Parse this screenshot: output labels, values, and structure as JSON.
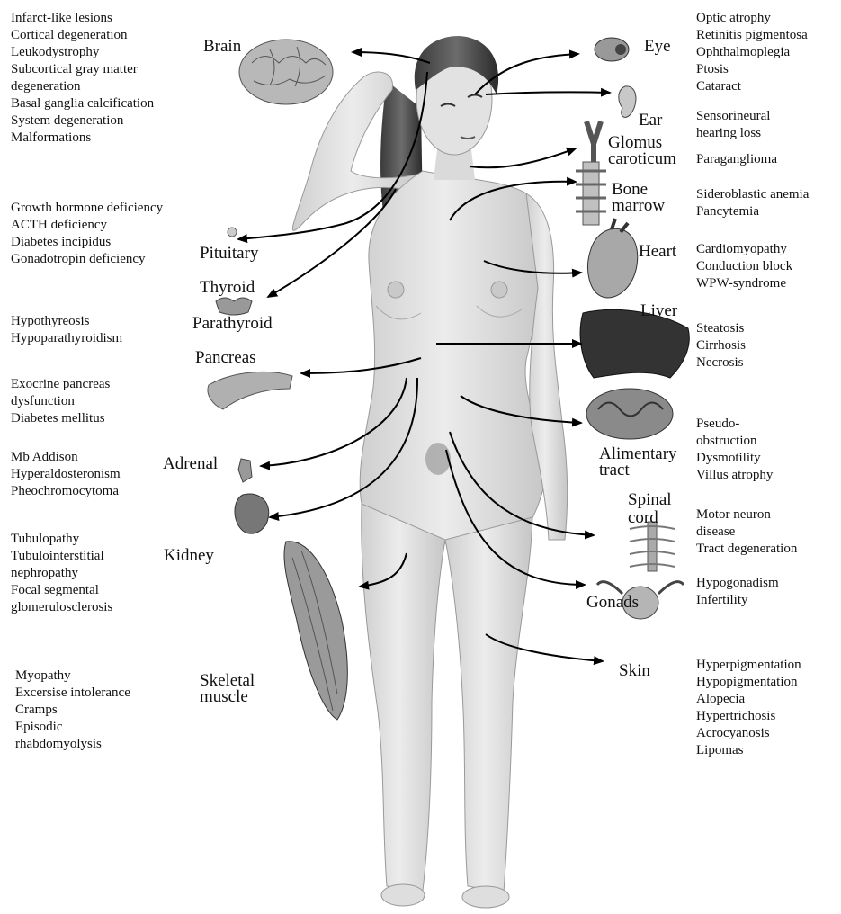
{
  "organs": {
    "brain": "Brain",
    "eye": "Eye",
    "ear": "Ear",
    "glomus": [
      "Glomus",
      "caroticum"
    ],
    "bone_marrow": [
      "Bone",
      "marrow"
    ],
    "heart": "Heart",
    "liver": "Liver",
    "alimentary": [
      "Alimentary",
      "tract"
    ],
    "spinal_cord": [
      "Spinal",
      "cord"
    ],
    "gonads": "Gonads",
    "skin": "Skin",
    "pituitary": "Pituitary",
    "thyroid": "Thyroid",
    "parathyroid": "Parathyroid",
    "pancreas": "Pancreas",
    "adrenal": "Adrenal",
    "kidney": "Kidney",
    "skeletal_muscle": [
      "Skeletal",
      "muscle"
    ]
  },
  "conditions": {
    "brain": [
      "Infarct-like lesions",
      "Cortical degeneration",
      "Leukodystrophy",
      "Subcortical gray matter",
      "degeneration",
      "Basal ganglia calcification",
      "System degeneration",
      "Malformations"
    ],
    "eye": [
      "Optic atrophy",
      "Retinitis pigmentosa",
      "Ophthalmoplegia",
      "Ptosis",
      "Cataract"
    ],
    "ear": [
      "Sensorineural",
      "hearing loss"
    ],
    "glomus": [
      "Paraganglioma"
    ],
    "bone_marrow": [
      "Sideroblastic anemia",
      "Pancytemia"
    ],
    "heart": [
      "Cardiomyopathy",
      "Conduction block",
      "WPW-syndrome"
    ],
    "liver": [
      "Steatosis",
      "Cirrhosis",
      "Necrosis"
    ],
    "alimentary": [
      "Pseudo-",
      "obstruction",
      "Dysmotility",
      "Villus atrophy"
    ],
    "spinal_cord": [
      "Motor neuron",
      "disease",
      "Tract degeneration"
    ],
    "gonads": [
      "Hypogonadism",
      "Infertility"
    ],
    "skin": [
      "Hyperpigmentation",
      "Hypopigmentation",
      "Alopecia",
      "Hypertrichosis",
      "Acrocyanosis",
      "Lipomas"
    ],
    "pituitary": [
      "Growth hormone deficiency",
      "ACTH deficiency",
      "Diabetes incipidus",
      "Gonadotropin deficiency"
    ],
    "thyroid": [
      "Hypothyreosis",
      "Hypoparathyroidism"
    ],
    "pancreas": [
      "Exocrine pancreas",
      "dysfunction",
      "Diabetes mellitus"
    ],
    "adrenal": [
      "Mb Addison",
      "Hyperaldosteronism",
      "Pheochromocytoma"
    ],
    "kidney": [
      "Tubulopathy",
      "Tubulointerstitial",
      "nephropathy",
      "Focal segmental",
      "glomerulosclerosis"
    ],
    "muscle": [
      "Myopathy",
      "Excersise intolerance",
      "Cramps",
      "Episodic",
      "rhabdomyolysis"
    ]
  }
}
